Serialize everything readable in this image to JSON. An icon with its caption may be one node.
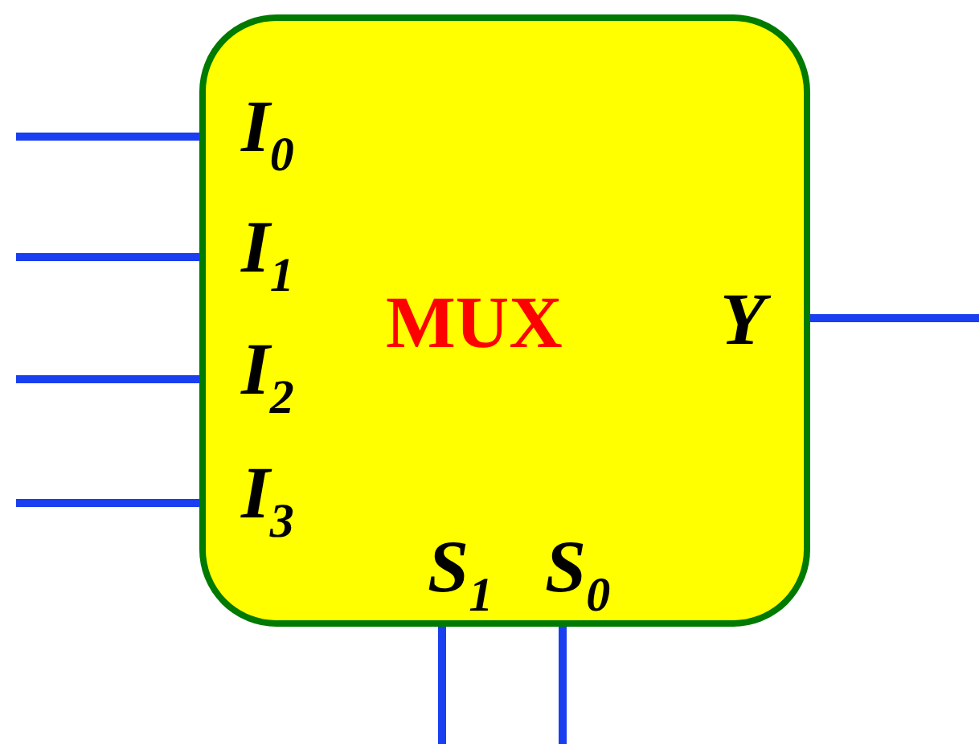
{
  "diagram": {
    "nodes": [
      {
        "text": [
          "MUX"
        ]
      },
      {
        "text": [
          "I$_{0}$"
        ],
        "in": 0
      },
      {
        "text": [
          "I$_{1}$"
        ],
        "in": 0
      },
      {
        "text": [
          "I$_{2}$"
        ],
        "in": 0
      },
      {
        "text": [
          "I$_{3}$"
        ],
        "in": 0
      },
      {
        "text": [
          "Y"
        ],
        "in": 0
      },
      {
        "text": [
          "S$_{1}$"
        ],
        "in": 0
      },
      {
        "text": [
          "S$_{0}$"
        ],
        "in": 0
      }
    ],
    "edges": [
      {
        "from": null,
        "to": 1,
        "arrow": "none"
      },
      {
        "from": null,
        "to": 2,
        "arrow": "none"
      },
      {
        "from": null,
        "to": 3,
        "arrow": "none"
      },
      {
        "from": null,
        "to": 4,
        "arrow": "none"
      },
      {
        "from": 5,
        "to": null,
        "arrow": "none"
      },
      {
        "from": null,
        "to": 6,
        "arrow": "none"
      },
      {
        "from": null,
        "to": 7,
        "arrow": "none"
      }
    ]
  }
}
